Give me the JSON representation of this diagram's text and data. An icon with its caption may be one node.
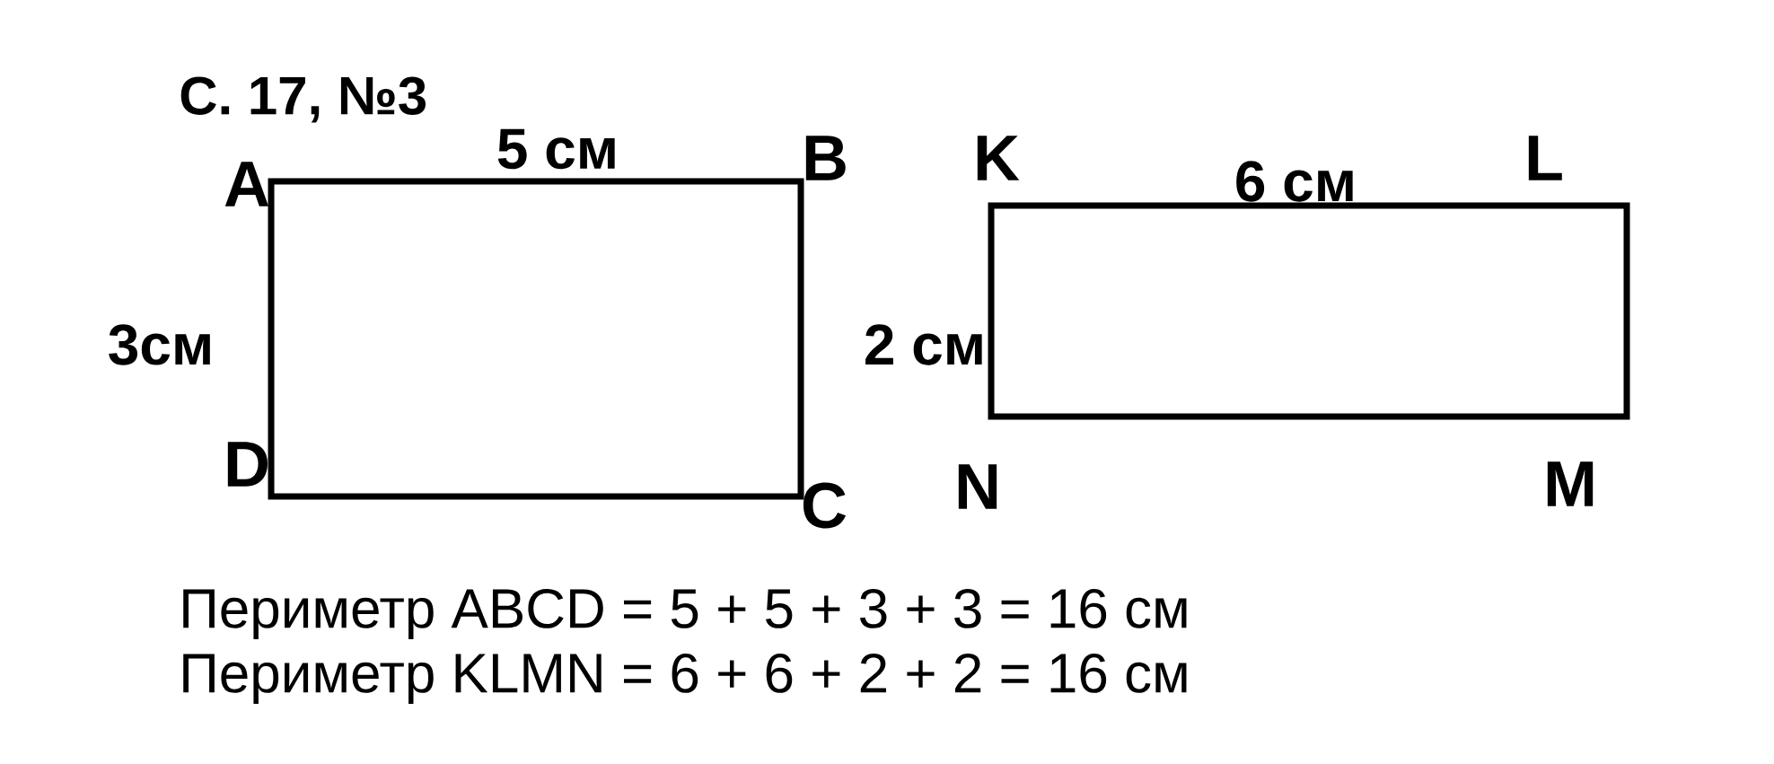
{
  "diagram": {
    "title": "С. 17, №3",
    "nodes": [
      {
        "text": [],
        "shape": "box"
      },
      {
        "text": [],
        "shape": "box"
      }
    ],
    "labels": [
      "A",
      "5 см",
      "B",
      "K",
      "6 см",
      "L",
      "3см",
      "2 см",
      "D",
      "N",
      "M",
      "C",
      "Периметр ABCD = 5 + 5 + 3 + 3 = 16 см",
      "Периметр KLMN = 6 + 6 + 2 + 2 = 16 см"
    ]
  }
}
